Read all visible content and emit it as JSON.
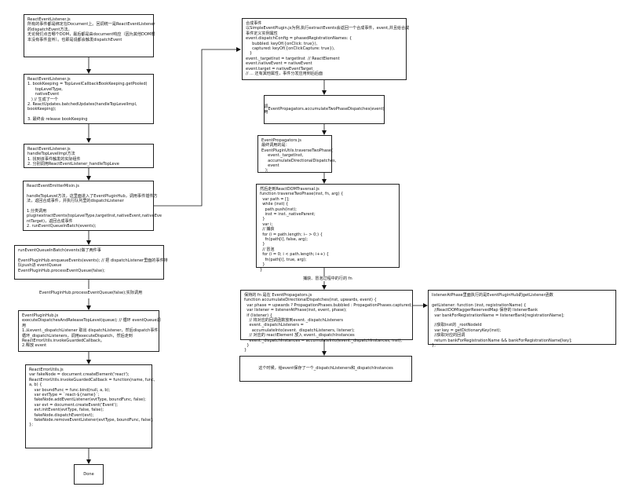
{
  "nodes": {
    "n1": [
      "ReactEventListener.js",
      "所有的事件都是绑定在Document上。回调统一是ReactEventListener",
      "的dispatchEvent方法。",
      "无论我们点击哪个DOM，最后都是由document响应（因为其他DOM根",
      "本没有事件监听）。也即是说都会触发dispatchEvent"
    ],
    "n2": [
      "ReactEventListener.js",
      "1. bookKeeping = TopLevelCallbackBookKeeping.getPooled(",
      "      topLevelType,",
      "      nativeEvent",
      "   ) // 生成了一个",
      "2. ReactUpdates.batchedUpdates(handleTopLevelImpl,",
      "bookKeeping);",
      "",
      "3. 最终会 release bookKeeping"
    ],
    "n3": [
      "ReactEventListener.js",
      "handleTopLevelImpl方法",
      "1. 找到该事件触发的实际组件",
      "2. 分别调用ReactEventListener_handleTopLeve"
    ],
    "n4": [
      "ReactEventEmitterMixin.js",
      "",
      "handleTopLevel方法，这里面进入了EventPluginHub，调用事件插件方",
      "法，返回合成事件，并执行队列里的dispatchListener",
      "",
      "1.分类调用",
      "pluginextractEvents(topLevelType,targetInst,nativeEvent,nativeEve",
      "ntTarget)，返回合成事件",
      "2. runEventQueueInBatch(events);"
    ],
    "n5": [
      "runEventQueueInBatch(events)做了两件事",
      "",
      "EventPluginHub.enqueueEvents(events); // 把 dispatchListener里面的事件排",
      "队push进 eventQueue",
      "EventPluginHub.processEventQueue(false);"
    ],
    "n6": [
      "EventPluginHub.js",
      "executeDispatchesAndReleaseTopLevel(queue); // 循环 eventQueue调",
      "用",
      "1.从event._dispatchListener 取出 dispatchListener，然后dispatch事件，",
      "循环_dispatchListeners，调用executeDispatch，然后走到",
      "ReactErrorUtils.invokeGuardedCallback。",
      "2.释放 event"
    ],
    "n7": [
      "ReactErrorUtils.js",
      "var fakeNode = document.createElement('react');",
      "ReactErrorUtils.invokeGuardedCallback = function(name, func,",
      "a, b) {",
      "    var boundFunc = func.bind(null, a, b);",
      "    var evtType = `react-${name}`;",
      "    fakeNode.addEventListener(evtType, boundFunc, false);",
      "    var evt = document.createEvent('Event');",
      "    evt.initEvent(evtType, false, false);",
      "    fakeNode.dispatchEvent(evt);",
      "    fakeNode.removeEventListener(evtType, boundFunc, false);",
      "};"
    ],
    "n8": [
      "Done"
    ],
    "n9": [
      "合成事件",
      "以SimpleEventPlugin.js为例,执行extractEvents会返回一个合成事件，event,并且给合成",
      "事件定义实例属性",
      "event.dispatchConfig = phasedRegistrationNames: {",
      "     bubbled: keyOf({onClick: true}),",
      "     captured: keyOf({onClickCapture: true}),",
      "   }",
      "event._targetInst = targetInst  // ReactElement",
      "event.nativeEvent = nativeEvent",
      "event.target = nativeEventTarget",
      "// ... 还有其他属性，事件分发应用到后后面"
    ],
    "n10": [
      "调用",
      "EventPropagators.accumulateTwoPhaseDispatches(event)"
    ],
    "n11": [
      "EventPropagators.js",
      "最终调用的是：",
      "EventPluginUtils.traverseTwoPhase(",
      "     event._targetInst,",
      "     accumulateDirectionalDispatches,",
      "     event",
      "   );"
    ],
    "n12": [
      "然后走到ReactDOMTraversal.js",
      "function traverseTwoPhase(inst, fn, arg) {",
      "  var path = [];",
      "  while (inst) {",
      "    path.push(inst);",
      "    inst = inst._nativeParent;",
      "  }",
      "  var i;",
      "  // 捕获",
      "  for (i = path.length; i-- > 0;) {",
      "    fn(path[i], false, arg);",
      "  }",
      "  // 冒泡",
      "  for (i = 0; i < path.length; i++) {",
      "    fn(path[i], true, arg);",
      "  }",
      "}"
    ],
    "n13": [
      "保持的 fn 是在 EventPropagators.js",
      "function accumulateDirectionalDispatches(inst, upwards, event) {",
      "  var phase = upwards ? PropagationPhases.bubbled : PropagationPhases.captured;",
      "  var listener = listenerAtPhase(inst, event, phase);",
      "  if (listener) {",
      "    // 将对应的回调函数放到event._dispatchListeners",
      "    event._dispatchListeners =",
      "      accumulateInto(event._dispatchListeners, listener);",
      "    // 对应的 reactElement 放入 event._dispatchInstances",
      "    event._dispatchInstances = accumulateInto(event._dispatchInstances, inst);",
      "  }",
      "}"
    ],
    "n14": [
      "listenerAtPhase里面执行的是EventPluginHub的getListener函数",
      "",
      "getListener: function (inst, registrationName) {",
      "  //ReactDOMtaggerReservedMap 保存的 listenerBank",
      "  var bankForRegistrationName = listenerBank[registrationName];",
      "",
      "  //获取inst的 _rootNodeId",
      "  var key = getDictionaryKey(inst);",
      "  //获取对应的回调",
      "  return bankForRegistrationName && bankForRegistrationName[key];",
      "},"
    ],
    "n15": [
      "这个时候，给event保存了一个_dispatchListeners和_dispatchInstances"
    ]
  },
  "edge_labels": {
    "process_call": "EventPluginHub.processEventQueue(false);实际调用",
    "capture_bubble": "捕获、冒泡过程中的行的 fn"
  }
}
